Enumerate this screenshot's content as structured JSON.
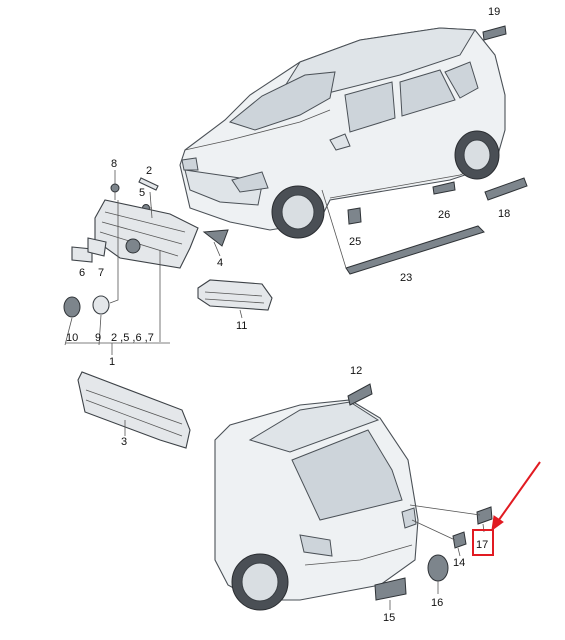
{
  "callouts": {
    "c1": "1",
    "c2": "2",
    "c3": "3",
    "c4": "4",
    "c5": "5",
    "c6": "6",
    "c7": "7",
    "c8": "8",
    "c9": "9",
    "c10": "10",
    "c11": "11",
    "c12": "12",
    "c14": "14",
    "c15": "15",
    "c16": "16",
    "c17": "17",
    "c18": "18",
    "c19": "19",
    "c23": "23",
    "c25": "25",
    "c26": "26",
    "c2567": "2 ,5 ,6 ,7"
  },
  "highlight": {
    "color": "#e11b22",
    "target": "17"
  }
}
